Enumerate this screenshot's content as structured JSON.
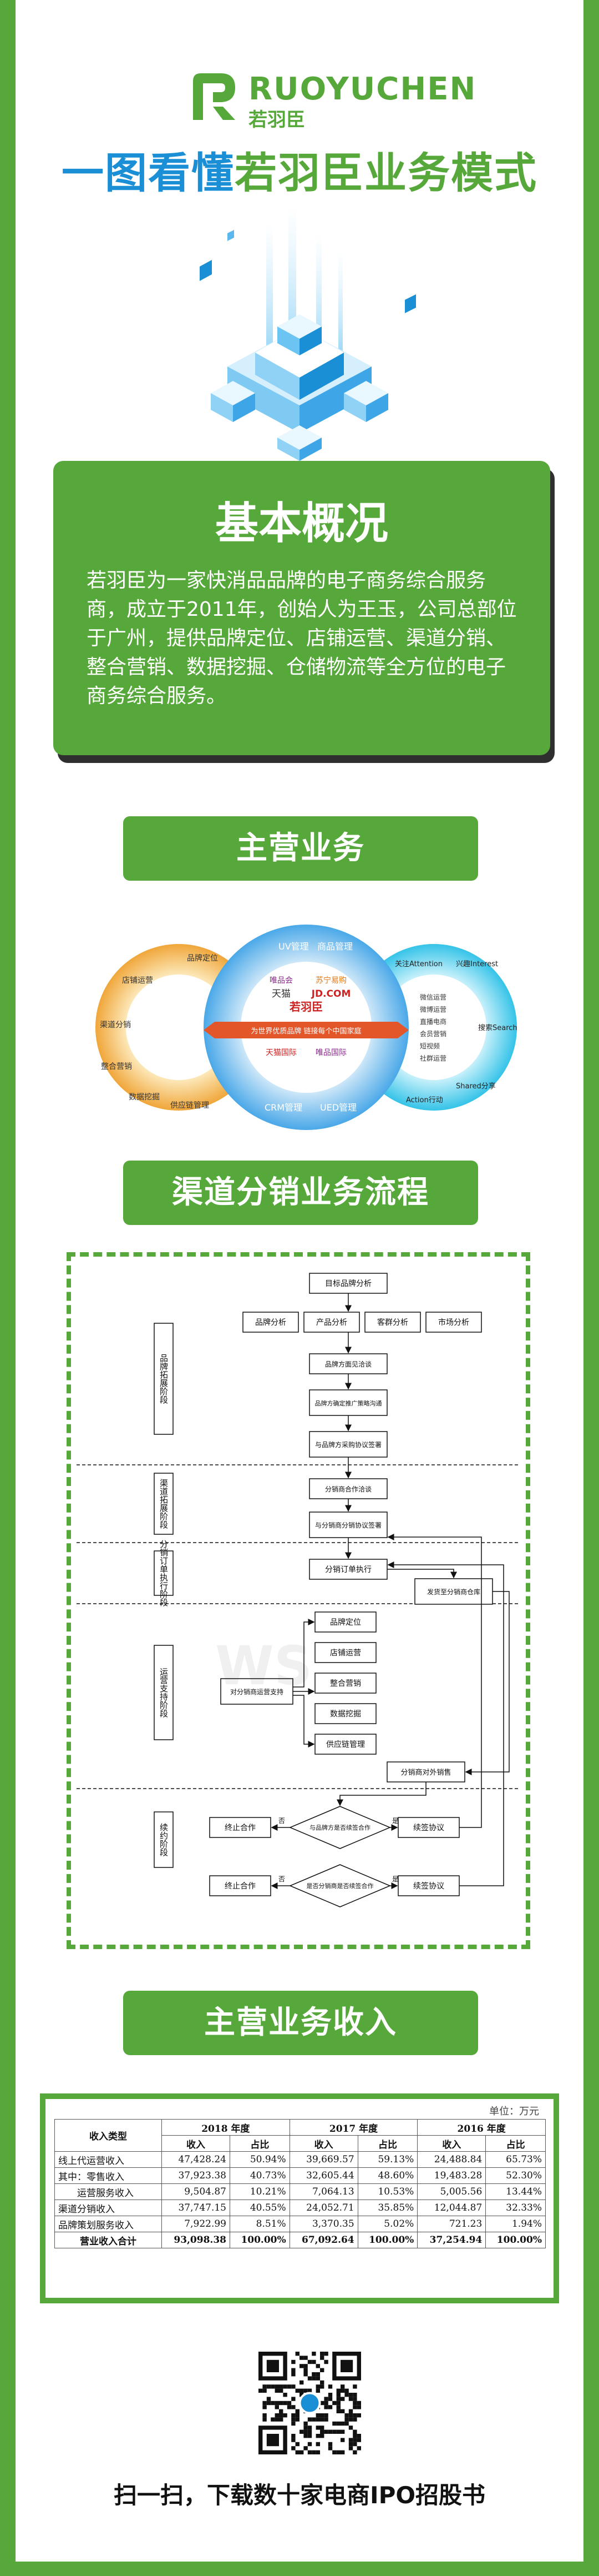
{
  "brand": {
    "name_en": "RUOYUCHEN",
    "name_cn": "若羽臣",
    "green": "#57a83a",
    "blue": "#1b8fd6"
  },
  "headline": {
    "part1": "一图看懂",
    "part2": "若羽臣业务模式"
  },
  "overview": {
    "title": "基本概况",
    "body": "若羽臣为一家快消品品牌的电子商务综合服务商，成立于2011年，创始人为王玉，公司总部位于广州，提供品牌定位、店铺运营、渠道分销、整合营销、数据挖掘、仓储物流等全方位的电子商务综合服务。"
  },
  "sections": {
    "main_business": "主营业务",
    "channel_flow": "渠道分销业务流程",
    "revenue": "主营业务收入"
  },
  "business_diagram": {
    "left_items": [
      "店铺运营",
      "品牌定位",
      "渠道分销",
      "整合营销",
      "数据挖掘",
      "供应链管理"
    ],
    "middle_ring": [
      "UV管理",
      "商品管理",
      "CRM管理",
      "UED管理"
    ],
    "middle_logos": [
      "唯品会",
      "苏宁易购",
      "天猫",
      "JD.COM",
      "天猫国际",
      "唯品国际"
    ],
    "center_band": "为世界优质品牌 链接每个中国家庭",
    "center_logo": "若羽臣",
    "right_items": [
      "关注Attention",
      "兴趣Interest",
      "搜索Search",
      "Shared分享",
      "Action行动"
    ],
    "right_list": [
      "微信运营",
      "微博运营",
      "直播电商",
      "会员营销",
      "短视频",
      "社群运营"
    ]
  },
  "flow": {
    "stages": [
      "品牌拓展阶段",
      "渠道拓展阶段",
      "分销订单执行阶段",
      "运营支持阶段",
      "续约阶段"
    ],
    "top": "目标品牌分析",
    "analysis": [
      "品牌分析",
      "产品分析",
      "客群分析",
      "市场分析"
    ],
    "expand": [
      "品牌方面见洽谈",
      "品牌方确定推广策略沟通",
      "与品牌方采购协议签署"
    ],
    "channel": [
      "分销商合作洽谈",
      "与分销商分销协议签署"
    ],
    "order": [
      "分销订单执行",
      "发货至分销商仓库"
    ],
    "support_center": "对分销商运营支持",
    "support": [
      "品牌定位",
      "店铺运营",
      "整合营销",
      "数据挖掘",
      "供应链管理"
    ],
    "settle": "分销商对外销售",
    "renew": [
      "与品牌方是否续签合作",
      "是否分销商是否续签合作"
    ],
    "stop": "终止合作",
    "sign": "续签协议",
    "no": "否",
    "yes": "是"
  },
  "revenue_table": {
    "unit": "单位：万元",
    "header_type": "收入类型",
    "years": [
      "2018 年度",
      "2017 年度",
      "2016 年度"
    ],
    "sub": [
      "收入",
      "占比"
    ],
    "rows": [
      {
        "label": "线上代运营收入",
        "vals": [
          "47,428.24",
          "50.94%",
          "39,669.57",
          "59.13%",
          "24,488.84",
          "65.73%"
        ]
      },
      {
        "label": "其中：零售收入",
        "vals": [
          "37,923.38",
          "40.73%",
          "32,605.44",
          "48.60%",
          "19,483.28",
          "52.30%"
        ]
      },
      {
        "label": "运营服务收入",
        "vals": [
          "9,504.87",
          "10.21%",
          "7,064.13",
          "10.53%",
          "5,005.56",
          "13.44%"
        ]
      },
      {
        "label": "渠道分销收入",
        "vals": [
          "37,747.15",
          "40.55%",
          "24,052.71",
          "35.85%",
          "12,044.87",
          "32.33%"
        ]
      },
      {
        "label": "品牌策划服务收入",
        "vals": [
          "7,922.99",
          "8.51%",
          "3,370.35",
          "5.02%",
          "721.23",
          "1.94%"
        ]
      },
      {
        "label": "营业收入合计",
        "vals": [
          "93,098.38",
          "100.00%",
          "67,092.64",
          "100.00%",
          "37,254.94",
          "100.00%"
        ]
      }
    ]
  },
  "footer": {
    "scan_text": "扫一扫，下载数十家电商IPO招股书"
  }
}
